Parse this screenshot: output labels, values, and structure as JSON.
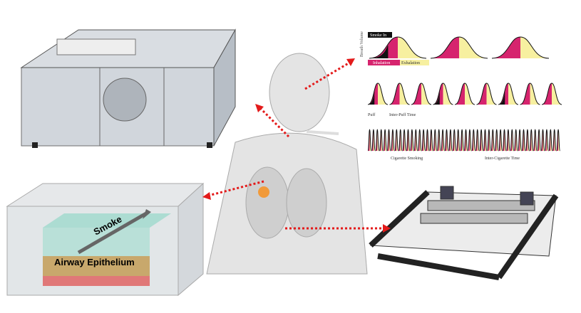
{
  "breathing_chart": {
    "y_axis_label": "Breath Volume",
    "smoke_in": "Smoke In",
    "inhalation": "Inhalation",
    "exhalation": "Exhalation",
    "puff": "Puff",
    "inter_puff": "Inter-Puff Time",
    "cigarette_smoking": "Cigarette Smoking",
    "inter_cigarette": "Inter-Cigarette Time"
  },
  "tissue_model": {
    "smoke_label": "Smoke",
    "epithelium_label": "Airway Epithelium"
  },
  "colors": {
    "inhale": "#d6246e",
    "exhale": "#f7f0a0",
    "smoke": "#111111",
    "arrow": "#e31b1b"
  }
}
